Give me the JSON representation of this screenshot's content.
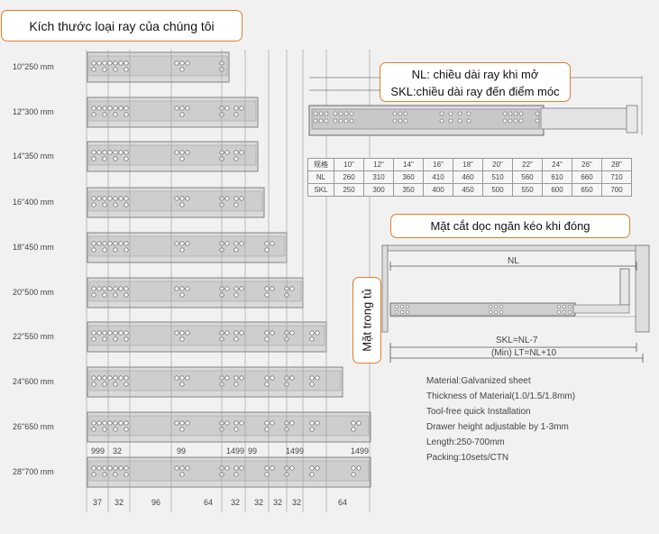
{
  "callouts": {
    "title": "Kích thước loại ray của chúng tôi",
    "nl_line1": "NL: chiều dài ray khi mở",
    "nl_line2": "SKL:chiều dài ray đến điểm móc",
    "section_title": "Mặt cắt dọc ngăn kéo khi đóng",
    "cabinet_inner": "Mặt trong tủ"
  },
  "rails": {
    "sizes": [
      "10\"250 mm",
      "12\"300 mm",
      "14\"350 mm",
      "16\"400 mm",
      "18\"450 mm",
      "20\"500 mm",
      "22\"550 mm",
      "24\"600 mm",
      "26\"650 mm",
      "28\"700 mm"
    ]
  },
  "hole_labels": [
    "999",
    "32",
    "99",
    "1499",
    "1499",
    "1499",
    "99"
  ],
  "bottom_dims": [
    "37",
    "32",
    "96",
    "64",
    "32",
    "32",
    "32",
    "32",
    "64"
  ],
  "spec_table": {
    "header": [
      "规格",
      "10\"",
      "12\"",
      "14\"",
      "16\"",
      "18\"",
      "20\"",
      "22\"",
      "24\"",
      "26\"",
      "28\""
    ],
    "rows": [
      [
        "NL",
        "260",
        "310",
        "360",
        "410",
        "460",
        "510",
        "560",
        "610",
        "660",
        "710"
      ],
      [
        "SKL",
        "250",
        "300",
        "350",
        "400",
        "450",
        "500",
        "550",
        "600",
        "650",
        "700"
      ]
    ]
  },
  "section": {
    "nl_label": "NL",
    "skl_label": "SKL=NL-7",
    "lt_label": "(Min) LT=NL+10"
  },
  "materials": [
    "Material:Galvanized sheet",
    "Thickness of Material(1.0/1.5/1.8mm)",
    "Tool-free quick Installation",
    "Drawer height adjustable by 1-3mm",
    "Length:250-700mm",
    "Packing:10sets/CTN"
  ]
}
